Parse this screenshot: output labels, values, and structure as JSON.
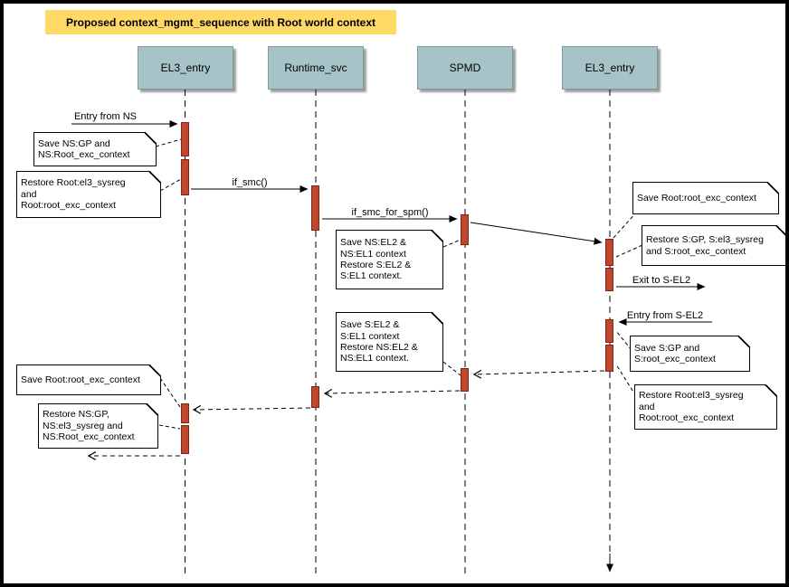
{
  "title": "Proposed context_mgmt_sequence with Root world context",
  "actors": [
    {
      "label": "EL3_entry"
    },
    {
      "label": "Runtime_svc"
    },
    {
      "label": "SPMD"
    },
    {
      "label": "EL3_entry"
    }
  ],
  "messages": {
    "entry_from_ns": "Entry from NS",
    "if_smc": "if_smc()",
    "if_smc_for_spm": "if_smc_for_spm()",
    "exit_to_sel2": "Exit to S-EL2",
    "entry_from_sel2": "Entry from S-EL2"
  },
  "notes": [
    {
      "text": "Save NS:GP and\nNS:Root_exc_context"
    },
    {
      "text": "Restore Root:el3_sysreg\nand\nRoot:root_exc_context"
    },
    {
      "text": "Save NS:EL2 &\nNS:EL1 context\nRestore S:EL2 &\nS:EL1 context."
    },
    {
      "text": "Save Root:root_exc_context"
    },
    {
      "text": "Restore S:GP, S:el3_sysreg\nand S:root_exc_context"
    },
    {
      "text": "Save S:EL2 &\nS:EL1 context\nRestore NS:EL2 &\nNS:EL1 context."
    },
    {
      "text": "Save S:GP and\nS:root_exc_context"
    },
    {
      "text": "Restore Root:el3_sysreg\nand\nRoot:root_exc_context"
    },
    {
      "text": "Save Root:root_exc_context"
    },
    {
      "text": "Restore NS:GP,\nNS:el3_sysreg and\nNS:Root_exc_context"
    }
  ],
  "colors": {
    "title_bg": "#FFD966",
    "actor_bg": "#A6C4C7",
    "activation": "#C2452D"
  }
}
